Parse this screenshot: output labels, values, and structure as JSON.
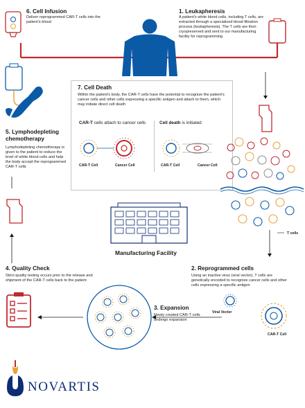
{
  "steps": {
    "infusion": {
      "title": "6. Cell Infusion",
      "text": "Deliver reprogrammed CAR-T cells into the patient's blood"
    },
    "leukapheresis": {
      "title": "1. Leukapheresis",
      "text": "A patient's white blood cells, including T cells, are extracted through a specialized blood filtration process (leukapheresis). The T cells are then cryopreserved and sent to our manufacturing facility for reprogramming"
    },
    "cell_death": {
      "title": "7. Cell Death",
      "text": "Within the patient's body, the CAR-T cells have the potential to recognize the patient's cancer cells and other cells expressing a specific antigen and attach to them, which may initiate direct cell death",
      "left_sub_bold": "CAR-T",
      "left_sub_rest": " cells attach to cancer cells",
      "right_sub_bold": "Cell death",
      "right_sub_rest": " is initiated",
      "labels": [
        "CAR-T Cell",
        "Cancer Cell",
        "CAR-T Cell",
        "Cancer Cell"
      ]
    },
    "lymphodepleting": {
      "title": "5. Lymphodepleting chemotherapy",
      "text": "Lymphodepleting chemotherapy is given to the patient to reduce the level of white blood cells and help the body accept the reprogrammed CAR-T cells"
    },
    "facility": {
      "label": "Manufacturing Facility"
    },
    "tcells": {
      "label": "T cells"
    },
    "quality": {
      "title": "4. Quality Check",
      "text": "Strict quality testing occurs prior to the release and shipment of the CAR-T cells back to the patient"
    },
    "reprogrammed": {
      "title": "2. Reprogrammed cells",
      "text": "Using an inactive virus (viral vector), T cells are genetically encoded to recognize cancer cells and other cells expressing a specific antigen",
      "viral_vector": "Viral Vector",
      "cart_cell": "CAR-T Cell"
    },
    "expansion": {
      "title": "3. Expansion",
      "text": "Newly created CAR-T cells undergo expansion"
    }
  },
  "brand": {
    "name": "NOVARTIS"
  },
  "colors": {
    "blue": "#0b5aa6",
    "red": "#c0282d",
    "orange": "#e9a23b",
    "navy": "#0d2e73"
  }
}
